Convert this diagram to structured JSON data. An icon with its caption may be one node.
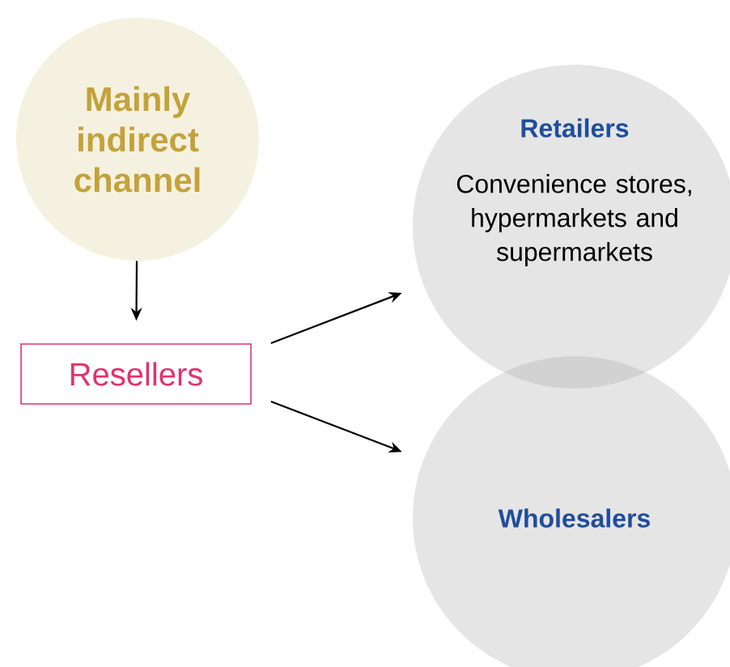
{
  "diagram": {
    "nodes": [
      {
        "text": [
          "Mainly indirect channel"
        ]
      },
      {
        "text": [
          "Resellers"
        ]
      },
      {
        "text": [
          "Retailers",
          "Convenience stores, hypermarkets and supermarkets"
        ]
      },
      {
        "text": [
          "Wholesalers"
        ]
      }
    ],
    "edges": [
      {
        "from": 0,
        "to": 1,
        "arrow": "to"
      },
      {
        "from": 1,
        "to": 2,
        "arrow": "to"
      },
      {
        "from": 1,
        "to": 3,
        "arrow": "to"
      }
    ]
  }
}
